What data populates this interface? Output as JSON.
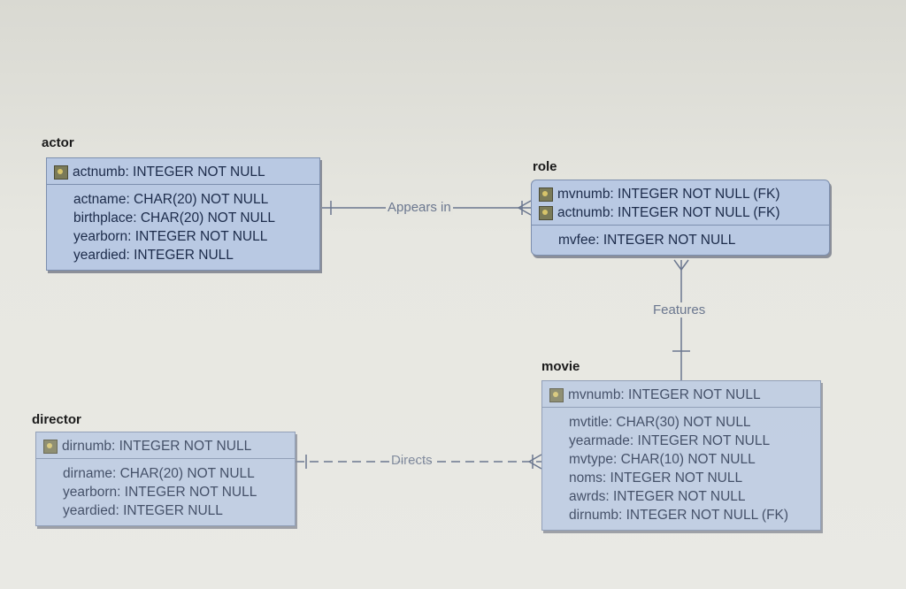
{
  "entities": {
    "actor": {
      "title": "actor",
      "pk": [
        "actnumb: INTEGER NOT NULL"
      ],
      "attrs": [
        "actname: CHAR(20) NOT NULL",
        "birthplace: CHAR(20) NOT NULL",
        "yearborn: INTEGER NOT NULL",
        "yeardied: INTEGER NULL"
      ]
    },
    "role": {
      "title": "role",
      "pk": [
        "mvnumb: INTEGER NOT NULL (FK)",
        "actnumb: INTEGER NOT NULL (FK)"
      ],
      "attrs": [
        "mvfee: INTEGER NOT NULL"
      ]
    },
    "movie": {
      "title": "movie",
      "pk": [
        "mvnumb: INTEGER NOT NULL"
      ],
      "attrs": [
        "mvtitle: CHAR(30) NOT NULL",
        "yearmade: INTEGER NOT NULL",
        "mvtype: CHAR(10) NOT NULL",
        "noms: INTEGER NOT NULL",
        "awrds: INTEGER NOT NULL",
        "dirnumb: INTEGER NOT NULL (FK)"
      ]
    },
    "director": {
      "title": "director",
      "pk": [
        "dirnumb: INTEGER NOT NULL"
      ],
      "attrs": [
        "dirname: CHAR(20) NOT NULL",
        "yearborn: INTEGER NOT NULL",
        "yeardied: INTEGER NULL"
      ]
    }
  },
  "relationships": {
    "appears_in": "Appears in",
    "features": "Features",
    "directs": "Directs"
  },
  "colors": {
    "entity_fill": "#b9c9e3",
    "entity_border": "#7d8fae",
    "text": "#1c2b4a",
    "relationship_line": "#6b778f"
  },
  "icons": {
    "primary_key": "key-table-icon"
  }
}
